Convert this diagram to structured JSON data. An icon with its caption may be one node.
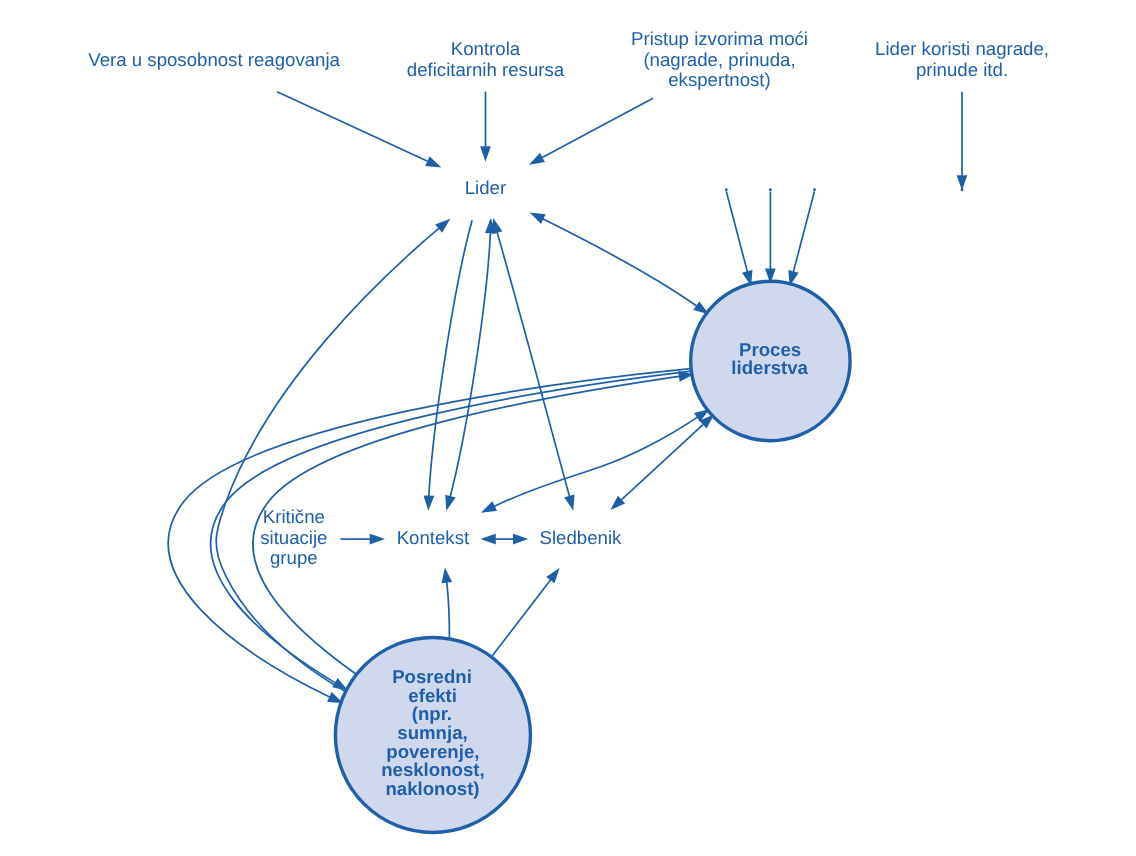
{
  "diagram": {
    "nodes": [
      {
        "text": [
          "Lider"
        ]
      },
      {
        "text": [
          "Proces liderstva"
        ]
      },
      {
        "text": [
          "Kontekst"
        ]
      },
      {
        "text": [
          "Sledbenik"
        ]
      },
      {
        "text": [
          "Posredni efekti (npr. sumnja, poverenje, nesklonost, naklonost)"
        ]
      },
      {
        "text": [
          "Vera u sposobnost reagovanja"
        ]
      },
      {
        "text": [
          "Kontrola deficitarnih resursa"
        ]
      },
      {
        "text": [
          "Pristup izvorima moći (nagrade, prinuda, ekspertnost)"
        ]
      },
      {
        "text": [
          "Lider koristi nagrade, prinude itd."
        ]
      },
      {
        "text": [
          "Kritične situacije grupe"
        ]
      }
    ],
    "edges": [
      {
        "from": 5,
        "to": 0,
        "arrow": "to"
      },
      {
        "from": 6,
        "to": 0,
        "arrow": "to"
      },
      {
        "from": 7,
        "to": 0,
        "arrow": "to"
      },
      {
        "from": 8,
        "to": null,
        "arrow": "to"
      },
      {
        "from": 9,
        "to": 2,
        "arrow": "to"
      },
      {
        "from": 0,
        "to": 1,
        "arrow": "both"
      },
      {
        "from": 0,
        "to": 2,
        "arrow": "to"
      },
      {
        "from": 2,
        "to": 0,
        "arrow": "both"
      },
      {
        "from": 0,
        "to": 3,
        "arrow": "both"
      },
      {
        "from": 2,
        "to": 1,
        "arrow": "both"
      },
      {
        "from": 1,
        "to": 3,
        "arrow": "both"
      },
      {
        "from": 2,
        "to": 3,
        "arrow": "both"
      },
      {
        "from": null,
        "to": 1,
        "arrow": "to"
      },
      {
        "from": null,
        "to": 1,
        "arrow": "to"
      },
      {
        "from": null,
        "to": 1,
        "arrow": "to"
      },
      {
        "from": 1,
        "to": 4,
        "arrow": "to"
      },
      {
        "from": 1,
        "to": 4,
        "arrow": "to"
      },
      {
        "from": 4,
        "to": 1,
        "arrow": "to"
      },
      {
        "from": 4,
        "to": 3,
        "arrow": "to"
      },
      {
        "from": 4,
        "to": 2,
        "arrow": "to"
      },
      {
        "from": 4,
        "to": 0,
        "arrow": "to"
      }
    ]
  }
}
